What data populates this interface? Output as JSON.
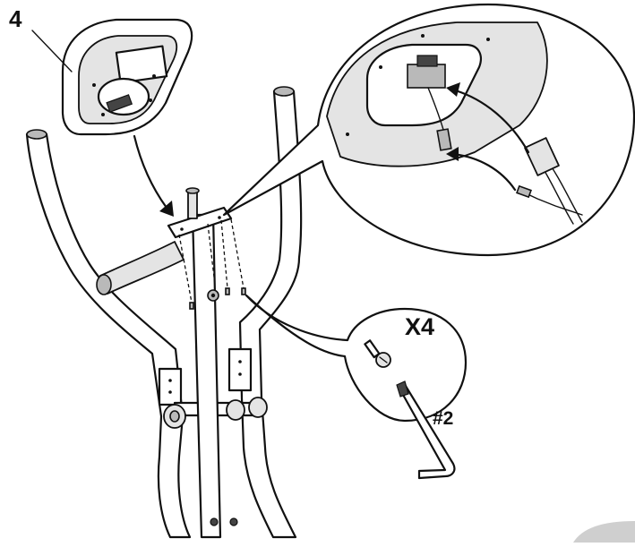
{
  "labels": {
    "step_number": "4",
    "hardware_quantity": "X4",
    "tool_size": "#2"
  },
  "colors": {
    "line": "#111111",
    "background": "#ffffff",
    "part_fill": "#e4e4e4",
    "shade": "#b9b9b9",
    "corner_tab": "#cfcfcf"
  }
}
